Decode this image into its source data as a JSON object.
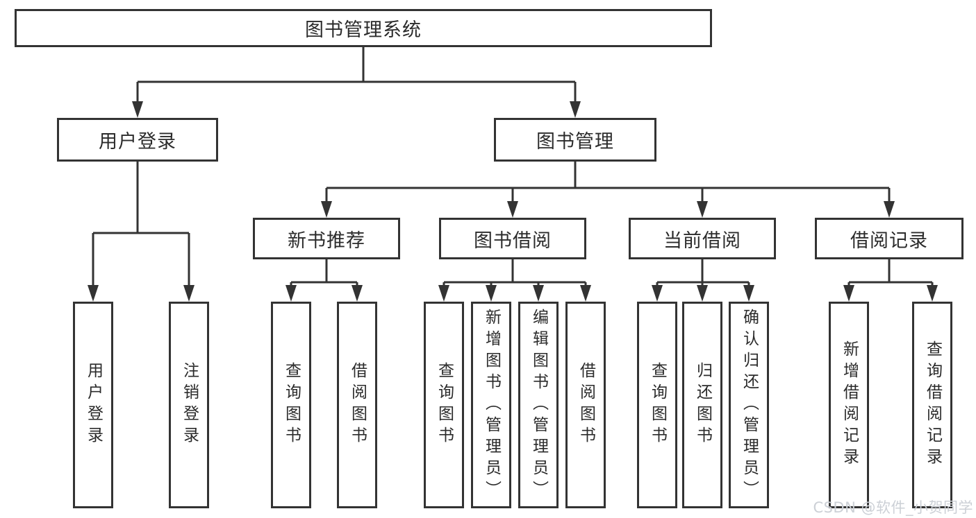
{
  "diagram": {
    "root": "图书管理系统",
    "level2": {
      "user_login": "用户登录",
      "book_mgmt": "图书管理"
    },
    "level3": {
      "new_book_rec": "新书推荐",
      "book_borrow": "图书借阅",
      "current_borrow": "当前借阅",
      "borrow_record": "借阅记录"
    },
    "leaves": {
      "user_login_1": "用户登录",
      "user_login_2": "注销登录",
      "new_book_rec_1": "查询图书",
      "new_book_rec_2": "借阅图书",
      "book_borrow_1": "查询图书",
      "book_borrow_2": "新增图书（管理员）",
      "book_borrow_3": "编辑图书（管理员）",
      "book_borrow_4": "借阅图书",
      "current_borrow_1": "查询图书",
      "current_borrow_2": "归还图书",
      "current_borrow_3": "确认归还（管理员）",
      "borrow_record_1": "新增借阅记录",
      "borrow_record_2": "查询借阅记录"
    }
  },
  "watermark": "CSDN @软件_小贺同学",
  "colors": {
    "border": "#333333",
    "line": "#333333",
    "text": "#2b2b2b",
    "watermark": "#ccd0d6",
    "background": "#ffffff"
  }
}
